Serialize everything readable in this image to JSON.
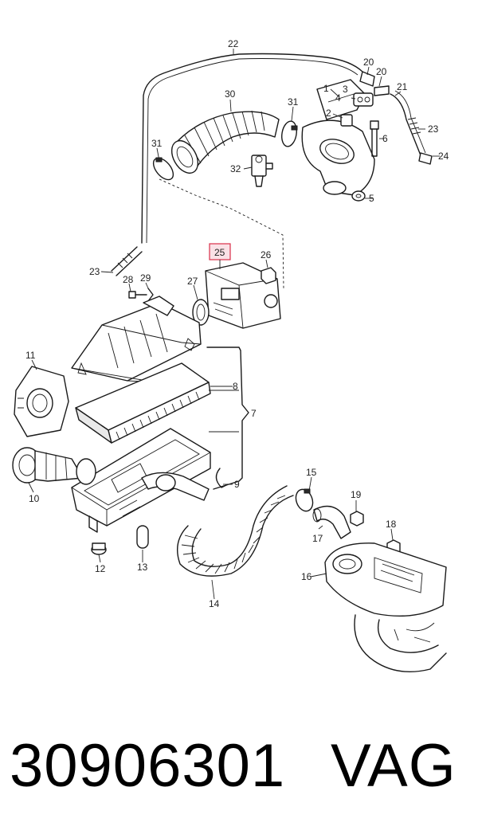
{
  "diagram": {
    "labels": [
      {
        "id": "22",
        "text": "22"
      },
      {
        "id": "20a",
        "text": "20"
      },
      {
        "id": "20b",
        "text": "20"
      },
      {
        "id": "1",
        "text": "1"
      },
      {
        "id": "21",
        "text": "21"
      },
      {
        "id": "30",
        "text": "30"
      },
      {
        "id": "31a",
        "text": "31"
      },
      {
        "id": "3",
        "text": "3"
      },
      {
        "id": "4",
        "text": "4"
      },
      {
        "id": "2",
        "text": "2"
      },
      {
        "id": "23a",
        "text": "23"
      },
      {
        "id": "6",
        "text": "6"
      },
      {
        "id": "31b",
        "text": "31"
      },
      {
        "id": "24",
        "text": "24"
      },
      {
        "id": "32",
        "text": "32"
      },
      {
        "id": "5",
        "text": "5"
      },
      {
        "id": "25",
        "text": "25"
      },
      {
        "id": "26",
        "text": "26"
      },
      {
        "id": "23b",
        "text": "23"
      },
      {
        "id": "28",
        "text": "28"
      },
      {
        "id": "29",
        "text": "29"
      },
      {
        "id": "27",
        "text": "27"
      },
      {
        "id": "11",
        "text": "11"
      },
      {
        "id": "8",
        "text": "8"
      },
      {
        "id": "7",
        "text": "7"
      },
      {
        "id": "10",
        "text": "10"
      },
      {
        "id": "9",
        "text": "9"
      },
      {
        "id": "15",
        "text": "15"
      },
      {
        "id": "19",
        "text": "19"
      },
      {
        "id": "18",
        "text": "18"
      },
      {
        "id": "17",
        "text": "17"
      },
      {
        "id": "16",
        "text": "16"
      },
      {
        "id": "12",
        "text": "12"
      },
      {
        "id": "13",
        "text": "13"
      },
      {
        "id": "14",
        "text": "14"
      }
    ],
    "highlight_color": "#d9304a"
  },
  "footer": {
    "part_number": "30906301",
    "brand": "VAG"
  }
}
